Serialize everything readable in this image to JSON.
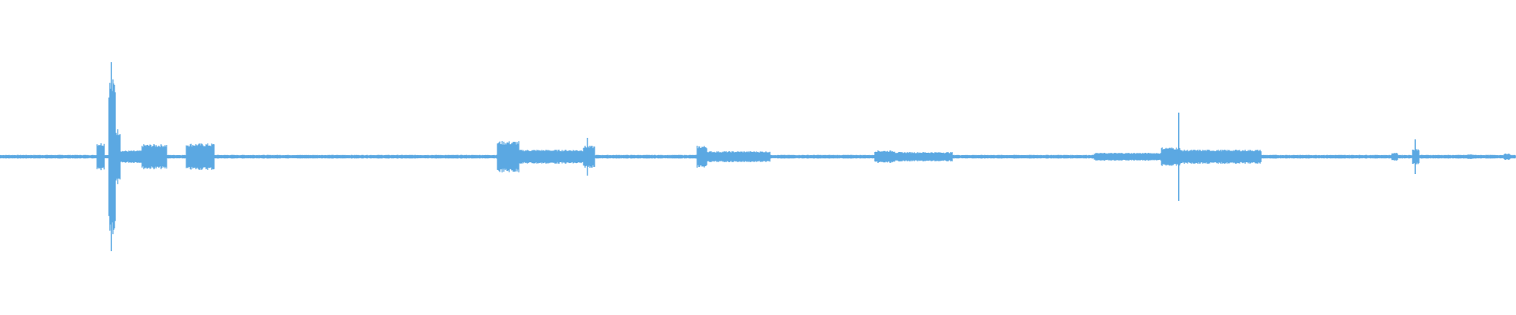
{
  "waveform": {
    "color": "#5ba8e2",
    "background": "#ffffff",
    "baseline_amplitude": 0.012,
    "segments": [
      {
        "start": 0.064,
        "end": 0.069,
        "amplitude": 0.09
      },
      {
        "start": 0.072,
        "end": 0.076,
        "amplitude": 0.5
      },
      {
        "start": 0.076,
        "end": 0.079,
        "amplitude": 0.18
      },
      {
        "start": 0.079,
        "end": 0.094,
        "amplitude": 0.04
      },
      {
        "start": 0.094,
        "end": 0.11,
        "amplitude": 0.08
      },
      {
        "start": 0.123,
        "end": 0.141,
        "amplitude": 0.085
      },
      {
        "start": 0.328,
        "end": 0.342,
        "amplitude": 0.1
      },
      {
        "start": 0.342,
        "end": 0.385,
        "amplitude": 0.045
      },
      {
        "start": 0.385,
        "end": 0.392,
        "amplitude": 0.07
      },
      {
        "start": 0.46,
        "end": 0.466,
        "amplitude": 0.07
      },
      {
        "start": 0.466,
        "end": 0.508,
        "amplitude": 0.035
      },
      {
        "start": 0.577,
        "end": 0.59,
        "amplitude": 0.04
      },
      {
        "start": 0.59,
        "end": 0.628,
        "amplitude": 0.03
      },
      {
        "start": 0.722,
        "end": 0.766,
        "amplitude": 0.025
      },
      {
        "start": 0.766,
        "end": 0.778,
        "amplitude": 0.06
      },
      {
        "start": 0.778,
        "end": 0.832,
        "amplitude": 0.045
      },
      {
        "start": 0.918,
        "end": 0.922,
        "amplitude": 0.025
      },
      {
        "start": 0.932,
        "end": 0.936,
        "amplitude": 0.05
      },
      {
        "start": 0.968,
        "end": 0.972,
        "amplitude": 0.015
      },
      {
        "start": 0.992,
        "end": 0.996,
        "amplitude": 0.02
      }
    ],
    "spikes": [
      {
        "position": 0.0735,
        "amplitude": 0.6
      },
      {
        "position": 0.3875,
        "amplitude": 0.12
      },
      {
        "position": 0.7775,
        "amplitude": 0.28
      },
      {
        "position": 0.9335,
        "amplitude": 0.11
      }
    ]
  }
}
